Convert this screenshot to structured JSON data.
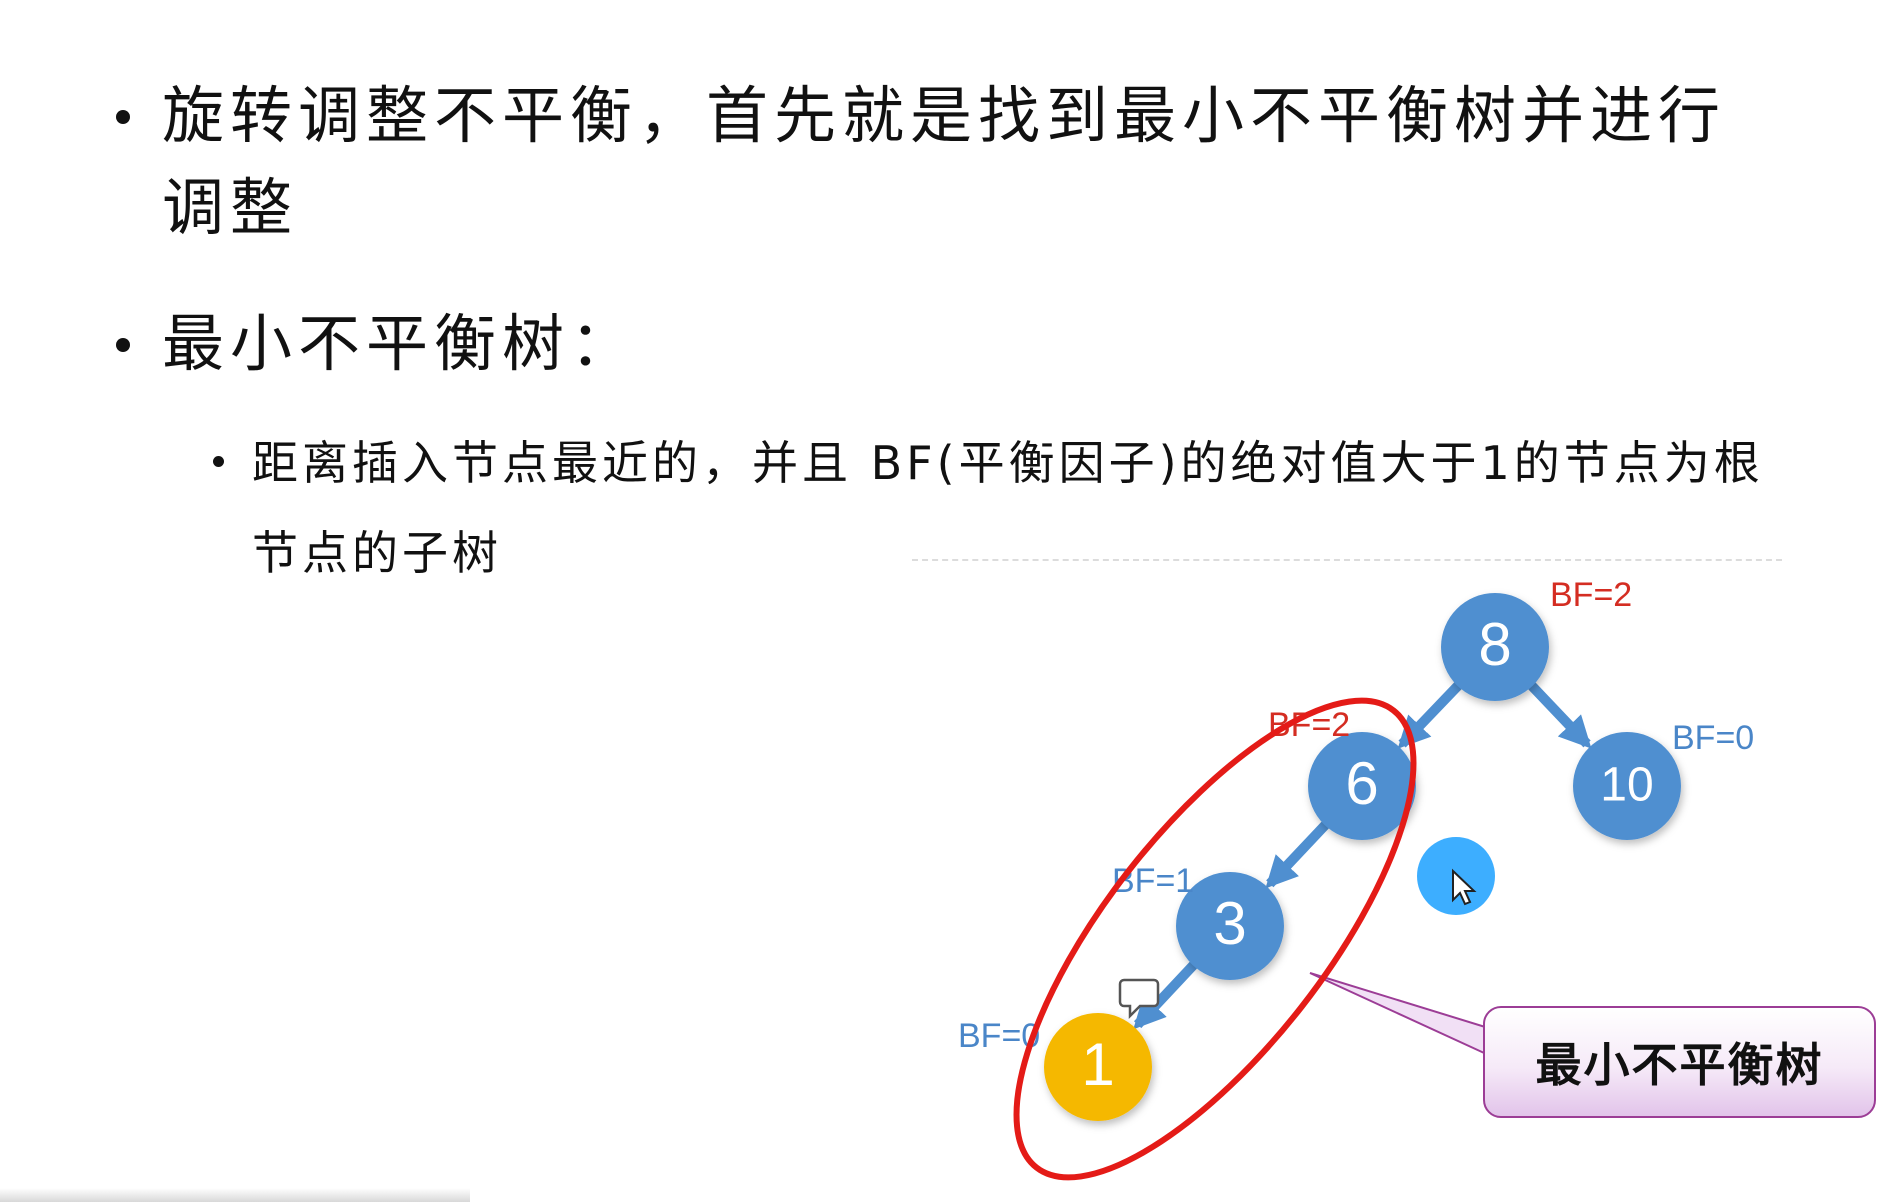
{
  "bullets": [
    {
      "text": "旋转调整不平衡，首先就是找到最小不平衡树并进行调整"
    },
    {
      "text": "最小不平衡树："
    },
    {
      "text": "距离插入节点最近的，并且 BF(平衡因子)的绝对值大于1的节点为根节点的子树"
    }
  ],
  "tree": {
    "nodes": [
      {
        "id": "n8",
        "label": "8",
        "bf": "BF=2",
        "bf_color": "#d42d22",
        "fill": "#4f8fd0"
      },
      {
        "id": "n6",
        "label": "6",
        "bf": "BF=2",
        "bf_color": "#d42d22",
        "fill": "#4f8fd0"
      },
      {
        "id": "n10",
        "label": "10",
        "bf": "BF=0",
        "bf_color": "#4a86c8",
        "fill": "#4f8fd0"
      },
      {
        "id": "n3",
        "label": "3",
        "bf": "BF=1",
        "bf_color": "#4a86c8",
        "fill": "#4f8fd0"
      },
      {
        "id": "n1",
        "label": "1",
        "bf": "BF=0",
        "bf_color": "#4a86c8",
        "fill": "#f5b800"
      }
    ],
    "edges": [
      {
        "from": "n8",
        "to": "n6"
      },
      {
        "from": "n8",
        "to": "n10"
      },
      {
        "from": "n6",
        "to": "n3"
      },
      {
        "from": "n3",
        "to": "n1"
      }
    ],
    "highlight_color": "#e41b17",
    "edge_color": "#4f8fd0"
  },
  "callout": {
    "text": "最小不平衡树",
    "border_color": "#9c3d96"
  },
  "icons": [
    "comment-icon",
    "cursor-icon"
  ]
}
